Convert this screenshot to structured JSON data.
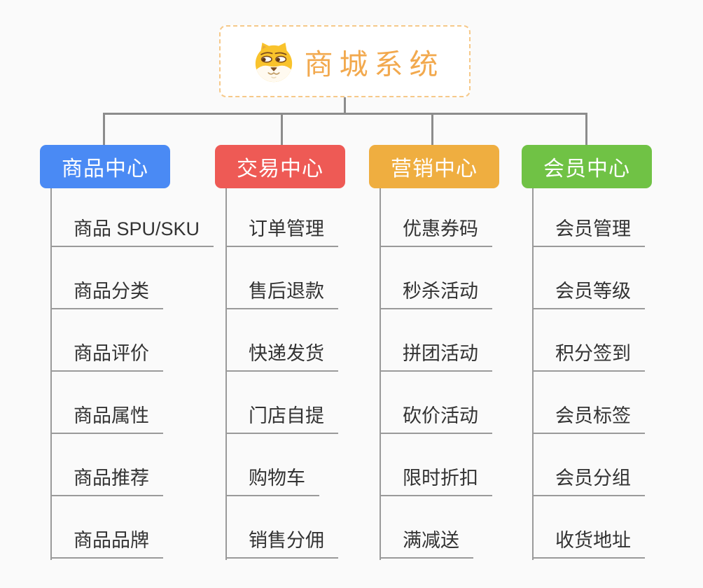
{
  "background_color": "#fafafa",
  "connector_color": "#8c8c8c",
  "leaf_line_color": "#9a9a9a",
  "root": {
    "label": "商城系统",
    "icon": "dog-face-icon",
    "text_color": "#f2a94e",
    "border_color": "#f6c98a",
    "background_color": "#ffffff"
  },
  "branches": [
    {
      "label": "商品中心",
      "color": "#4a8af4",
      "items": [
        "商品 SPU/SKU",
        "商品分类",
        "商品评价",
        "商品属性",
        "商品推荐",
        "商品品牌"
      ]
    },
    {
      "label": "交易中心",
      "color": "#ee5a55",
      "items": [
        "订单管理",
        "售后退款",
        "快递发货",
        "门店自提",
        "购物车",
        "销售分佣"
      ]
    },
    {
      "label": "营销中心",
      "color": "#efae40",
      "items": [
        "优惠券码",
        "秒杀活动",
        "拼团活动",
        "砍价活动",
        "限时折扣",
        "满减送"
      ]
    },
    {
      "label": "会员中心",
      "color": "#70c245",
      "items": [
        "会员管理",
        "会员等级",
        "积分签到",
        "会员标签",
        "会员分组",
        "收货地址"
      ]
    }
  ]
}
